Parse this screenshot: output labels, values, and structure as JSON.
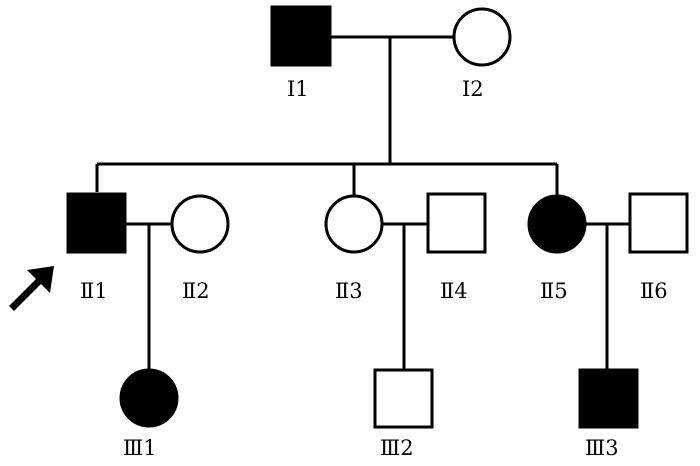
{
  "diagram": {
    "kind": "pedigree",
    "fill_affected": "#000000",
    "fill_unaffected": "#ffffff",
    "individuals": [
      {
        "id": "I1",
        "label": "Ⅰ1",
        "shape": "square",
        "affected": true
      },
      {
        "id": "I2",
        "label": "Ⅰ2",
        "shape": "circle",
        "affected": false
      },
      {
        "id": "II1",
        "label": "Ⅱ1",
        "shape": "square",
        "affected": true,
        "proband": true
      },
      {
        "id": "II2",
        "label": "Ⅱ2",
        "shape": "circle",
        "affected": false
      },
      {
        "id": "II3",
        "label": "Ⅱ3",
        "shape": "circle",
        "affected": false
      },
      {
        "id": "II4",
        "label": "Ⅱ4",
        "shape": "square",
        "affected": false
      },
      {
        "id": "II5",
        "label": "Ⅱ5",
        "shape": "circle",
        "affected": true
      },
      {
        "id": "II6",
        "label": "Ⅱ6",
        "shape": "square",
        "affected": false
      },
      {
        "id": "III1",
        "label": "Ⅲ1",
        "shape": "circle",
        "affected": true
      },
      {
        "id": "III2",
        "label": "Ⅲ2",
        "shape": "square",
        "affected": false
      },
      {
        "id": "III3",
        "label": "Ⅲ3",
        "shape": "square",
        "affected": true
      }
    ],
    "proband_marker": "arrow-icon"
  }
}
